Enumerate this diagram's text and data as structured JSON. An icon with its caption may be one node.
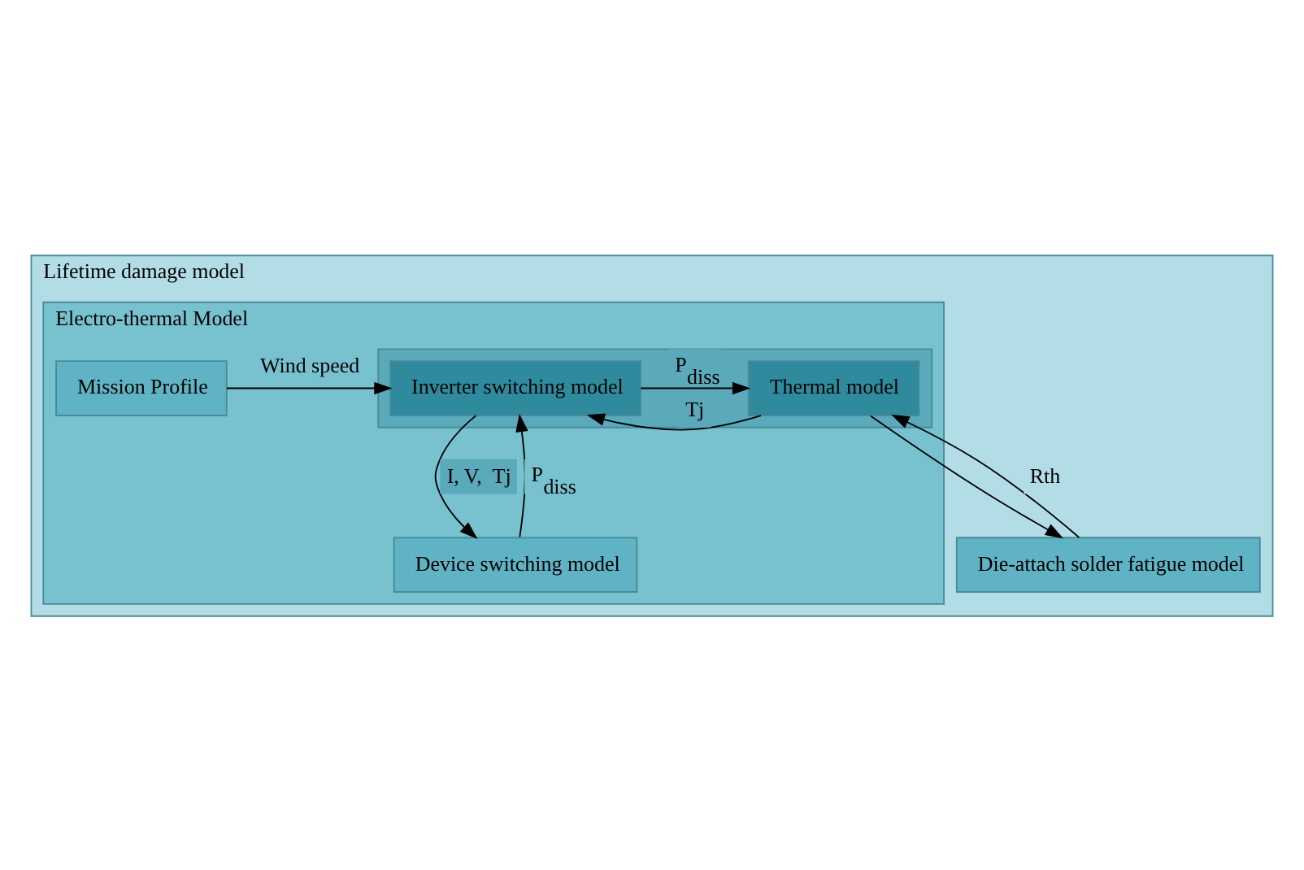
{
  "diagram": {
    "nodes": [
      {
        "text": [
          "Lifetime damage model"
        ]
      },
      {
        "text": [
          "Electro-thermal Model"
        ],
        "in": 0
      },
      {
        "text": [
          "Mission Profile"
        ],
        "in": 1
      },
      {
        "text": [],
        "shape": "box",
        "in": 1
      },
      {
        "text": [
          "Inverter switching model"
        ],
        "in": 3
      },
      {
        "text": [
          "Thermal model"
        ],
        "in": 3
      },
      {
        "text": [
          "Device switching model"
        ],
        "in": 1
      },
      {
        "text": [
          "Die-attach solder fatigue model"
        ],
        "in": 0
      }
    ],
    "edges": [
      {
        "from": 2,
        "to": 4,
        "arrow": "to",
        "label": "Wind speed"
      },
      {
        "from": 4,
        "to": 5,
        "arrow": "to",
        "label": "P$_{diss}$"
      },
      {
        "from": 5,
        "to": 4,
        "arrow": "to",
        "label": "Tj"
      },
      {
        "from": 4,
        "to": 6,
        "arrow": "to",
        "label": "I, V,  Tj"
      },
      {
        "from": 6,
        "to": 4,
        "arrow": "to",
        "label": "P$_{diss}$"
      },
      {
        "from": 5,
        "to": 7,
        "arrow": "to"
      },
      {
        "from": 7,
        "to": 5,
        "arrow": "to",
        "label": "Rth"
      }
    ]
  }
}
